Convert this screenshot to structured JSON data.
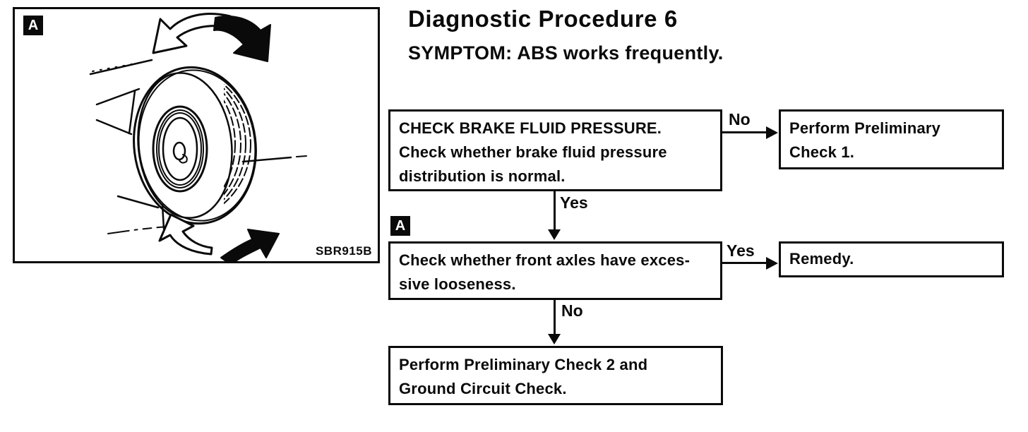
{
  "header": {
    "title": "Diagnostic Procedure 6",
    "symptom": "SYMPTOM: ABS works frequently."
  },
  "figure": {
    "label": "A",
    "caption": "SBR915B"
  },
  "flowchart": {
    "step1": {
      "lines": [
        "CHECK BRAKE FLUID PRESSURE.",
        "Check whether brake fluid pressure",
        "distribution is normal."
      ]
    },
    "no1": "No",
    "result1": {
      "lines": [
        "Perform Preliminary",
        "Check 1."
      ]
    },
    "yes1": "Yes",
    "marker": "A",
    "step2": {
      "lines": [
        "Check whether front axles have exces-",
        "sive looseness."
      ]
    },
    "yes2": "Yes",
    "result2": {
      "lines": [
        "Remedy."
      ]
    },
    "no2": "No",
    "step3": {
      "lines": [
        "Perform Preliminary Check 2 and",
        "Ground Circuit Check."
      ]
    }
  },
  "colors": {
    "ink": "#0a0a0a",
    "paper": "#ffffff"
  }
}
